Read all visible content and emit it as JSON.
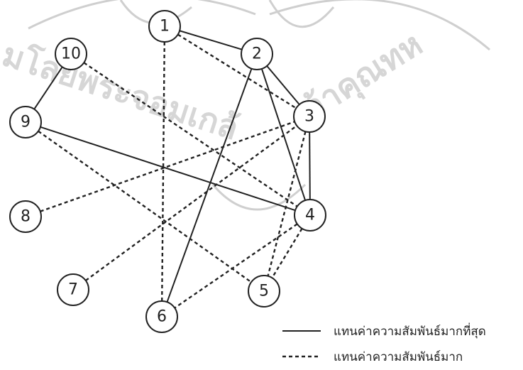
{
  "diagram": {
    "nodes": [
      {
        "id": "1",
        "label": "1"
      },
      {
        "id": "2",
        "label": "2"
      },
      {
        "id": "3",
        "label": "3"
      },
      {
        "id": "4",
        "label": "4"
      },
      {
        "id": "5",
        "label": "5"
      },
      {
        "id": "6",
        "label": "6"
      },
      {
        "id": "7",
        "label": "7"
      },
      {
        "id": "8",
        "label": "8"
      },
      {
        "id": "9",
        "label": "9"
      },
      {
        "id": "10",
        "label": "10"
      }
    ],
    "edges": [
      {
        "from": "1",
        "to": "2",
        "type": "solid"
      },
      {
        "from": "10",
        "to": "9",
        "type": "solid"
      },
      {
        "from": "2",
        "to": "3",
        "type": "solid"
      },
      {
        "from": "2",
        "to": "4",
        "type": "solid"
      },
      {
        "from": "3",
        "to": "4",
        "type": "solid"
      },
      {
        "from": "2",
        "to": "6",
        "type": "solid"
      },
      {
        "from": "9",
        "to": "4",
        "type": "solid"
      },
      {
        "from": "1",
        "to": "3",
        "type": "dashed"
      },
      {
        "from": "1",
        "to": "6",
        "type": "dashed"
      },
      {
        "from": "10",
        "to": "4",
        "type": "dashed"
      },
      {
        "from": "9",
        "to": "5",
        "type": "dashed"
      },
      {
        "from": "8",
        "to": "3",
        "type": "dashed"
      },
      {
        "from": "7",
        "to": "3",
        "type": "dashed"
      },
      {
        "from": "3",
        "to": "5",
        "type": "dashed"
      },
      {
        "from": "4",
        "to": "5",
        "type": "dashed"
      },
      {
        "from": "4",
        "to": "6",
        "type": "dashed"
      }
    ]
  },
  "legend": {
    "solid_label": "แทนค่าความสัมพันธ์มากที่สุด",
    "dashed_label": "แทนค่าความสัมพันธ์มาก"
  },
  "watermark": {
    "text_left": "มโลยีพระจอมเกล้",
    "text_right": "จ้าคุณทห"
  },
  "colors": {
    "ink": "#222222",
    "watermark": "#d6d6d6",
    "background": "#ffffff"
  }
}
